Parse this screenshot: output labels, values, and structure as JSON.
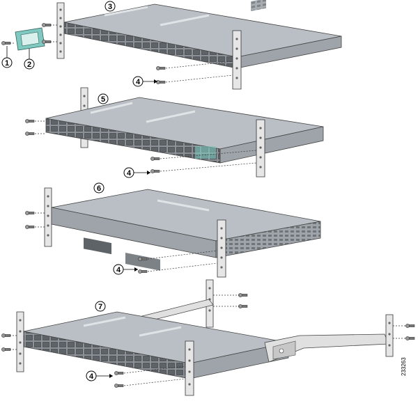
{
  "callouts": {
    "c1": "1",
    "c2": "2",
    "c3": "3",
    "c4a": "4",
    "c4b": "4",
    "c4c": "4",
    "c4d": "4",
    "c5": "5",
    "c6": "6",
    "c7": "7"
  },
  "figure_id": "233263",
  "colors": {
    "chassis_top": "#b9bfc4",
    "chassis_front": "#8c9298",
    "chassis_side": "#9ea4a9",
    "rack_rail": "#e6e6e6",
    "bracket_accent": "#7fc9c0",
    "port": "#5e6368"
  }
}
